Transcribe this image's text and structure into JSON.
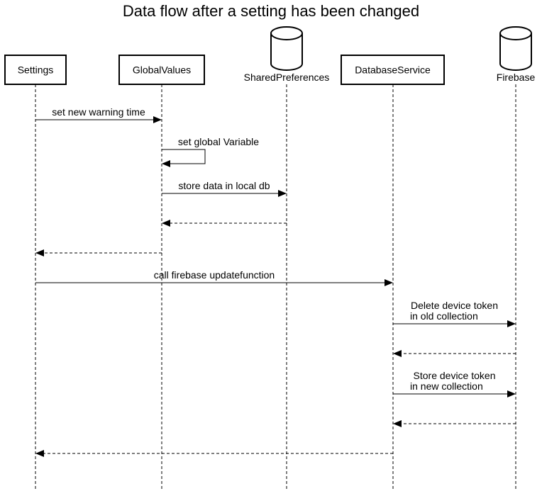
{
  "title": "Data flow after a setting has been changed",
  "participants": [
    {
      "id": "settings",
      "label": "Settings",
      "kind": "box"
    },
    {
      "id": "globalvalues",
      "label": "GlobalValues",
      "kind": "box"
    },
    {
      "id": "sharedprefs",
      "label": "SharedPreferences",
      "kind": "database"
    },
    {
      "id": "dbservice",
      "label": "DatabaseService",
      "kind": "box"
    },
    {
      "id": "firebase",
      "label": "Firebase",
      "kind": "database"
    }
  ],
  "messages": [
    {
      "from": "settings",
      "to": "globalvalues",
      "label": [
        "set new warning time"
      ],
      "style": "solid"
    },
    {
      "from": "globalvalues",
      "to": "globalvalues",
      "label": [
        "set global Variable"
      ],
      "style": "self"
    },
    {
      "from": "globalvalues",
      "to": "sharedprefs",
      "label": [
        "store data in local db"
      ],
      "style": "solid"
    },
    {
      "from": "sharedprefs",
      "to": "globalvalues",
      "label": [],
      "style": "dashed"
    },
    {
      "from": "globalvalues",
      "to": "settings",
      "label": [],
      "style": "dashed"
    },
    {
      "from": "settings",
      "to": "dbservice",
      "label": [
        "call firebase updatefunction"
      ],
      "style": "solid"
    },
    {
      "from": "dbservice",
      "to": "firebase",
      "label": [
        "Delete device token",
        "in old collection"
      ],
      "style": "solid"
    },
    {
      "from": "firebase",
      "to": "dbservice",
      "label": [],
      "style": "dashed"
    },
    {
      "from": "dbservice",
      "to": "firebase",
      "label": [
        "Store device token",
        "in new collection"
      ],
      "style": "solid"
    },
    {
      "from": "firebase",
      "to": "dbservice",
      "label": [],
      "style": "dashed"
    },
    {
      "from": "dbservice",
      "to": "settings",
      "label": [],
      "style": "dashed"
    }
  ]
}
